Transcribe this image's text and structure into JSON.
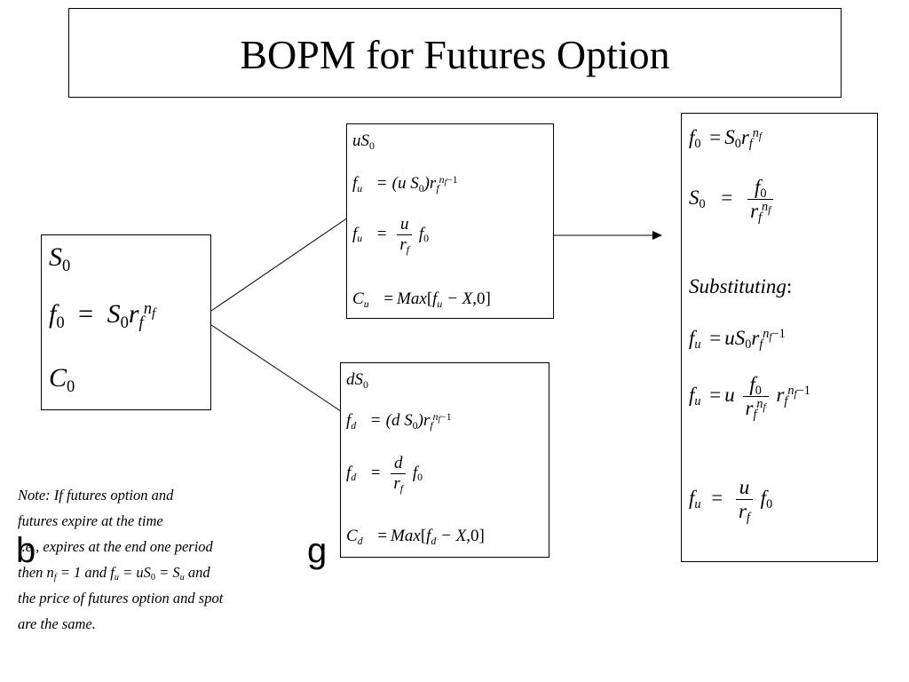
{
  "title": "BOPM for Futures Option",
  "root_node": {
    "s0": "S",
    "s0_sub": "0",
    "f0": "f",
    "f0_sub": "0",
    "eq": "=",
    "rhs_s": "S",
    "rhs_s_sub": "0",
    "rhs_r": "r",
    "rhs_r_sub": "f",
    "exp_n": "n",
    "exp_n_sub": "f",
    "c0": "C",
    "c0_sub": "0"
  },
  "up_node": {
    "price": "uS",
    "price_sub": "0",
    "line1_lhs": "f",
    "line1_lhs_sub": "u",
    "line1_eq": "=",
    "line1_rhs_a": "(u S",
    "line1_rhs_sub": "0",
    "line1_rhs_b": ")r",
    "line1_rhs_r_sub": "f",
    "line1_exp": "n",
    "line1_exp_sub": "f",
    "line1_exp_tail": "−1",
    "line2_lhs": "f",
    "line2_lhs_sub": "u",
    "line2_eq": "=",
    "line2_num": "u",
    "line2_den": "r",
    "line2_den_sub": "f",
    "line2_tail": "f",
    "line2_tail_sub": "0",
    "line3_lhs": "C",
    "line3_lhs_sub": "u",
    "line3_eq": "=",
    "line3_max": "Max",
    "line3_open": "[",
    "line3_f": "f",
    "line3_f_sub": "u",
    "line3_rest": " − X",
    "line3_close": ",0]"
  },
  "down_node": {
    "price": "dS",
    "price_sub": "0",
    "line1_lhs": "f",
    "line1_lhs_sub": "d",
    "line1_eq": "=",
    "line1_rhs_a": "(d S",
    "line1_rhs_sub": "0",
    "line1_rhs_b": ")r",
    "line1_rhs_r_sub": "f",
    "line1_exp": "n",
    "line1_exp_sub": "f",
    "line1_exp_tail": "−1",
    "line2_lhs": "f",
    "line2_lhs_sub": "d",
    "line2_eq": "=",
    "line2_num": "d",
    "line2_den": "r",
    "line2_den_sub": "f",
    "line2_tail": "f",
    "line2_tail_sub": "0",
    "line3_lhs": "C",
    "line3_lhs_sub": "d",
    "line3_eq": "=",
    "line3_max": "Max",
    "line3_open": "[",
    "line3_f": "f",
    "line3_f_sub": "d",
    "line3_rest": " − X",
    "line3_close": ",0]"
  },
  "derivation": {
    "l1_lhs": "f",
    "l1_lhs_sub": "0",
    "l1_eq": "=",
    "l1_s": "S",
    "l1_s_sub": "0",
    "l1_r": "r",
    "l1_r_sub": "f",
    "l1_exp": "n",
    "l1_exp_sub": "f",
    "l2_lhs": "S",
    "l2_lhs_sub": "0",
    "l2_eq": "=",
    "l2_num": "f",
    "l2_num_sub": "0",
    "l2_den": "r",
    "l2_den_sub": "f",
    "l2_den_exp": "n",
    "l2_den_exp_sub": "f",
    "l3_word": "Substituting",
    "l3_colon": ":",
    "l4_lhs": "f",
    "l4_lhs_sub": "u",
    "l4_eq": "=",
    "l4_rhs": "uS",
    "l4_rhs_sub": "0",
    "l4_r": "r",
    "l4_r_sub": "f",
    "l4_exp": "n",
    "l4_exp_sub": "f",
    "l4_exp_tail": "−1",
    "l5_lhs": "f",
    "l5_lhs_sub": "u",
    "l5_eq": "=",
    "l5_u": "u",
    "l5_num": "f",
    "l5_num_sub": "0",
    "l5_den": "r",
    "l5_den_sub": "f",
    "l5_den_exp": "n",
    "l5_den_exp_sub": "f",
    "l5_r": "r",
    "l5_r_sub": "f",
    "l5_exp": "n",
    "l5_exp_sub": "f",
    "l5_exp_tail": "−1",
    "l6_lhs": "f",
    "l6_lhs_sub": "u",
    "l6_eq": "=",
    "l6_num": "u",
    "l6_den": "r",
    "l6_den_sub": "f",
    "l6_tail": "f",
    "l6_tail_sub": "0"
  },
  "note": {
    "line1": "Note: If  futures option and",
    "line2": "futures expire at the time",
    "line3": "i.e., expires at the end one period",
    "line4_a": "then n",
    "line4_sub1": "f",
    "line4_b": " = 1 and  f",
    "line4_sub2": "u",
    "line4_c": " = uS",
    "line4_sub3": "0",
    "line4_d": " = S",
    "line4_sub4": "u",
    "line4_e": "  and",
    "line5": "the  price of  futures option and  spot",
    "line6": "are the same."
  },
  "stray_glyphs": {
    "left": "b",
    "right": "g"
  }
}
